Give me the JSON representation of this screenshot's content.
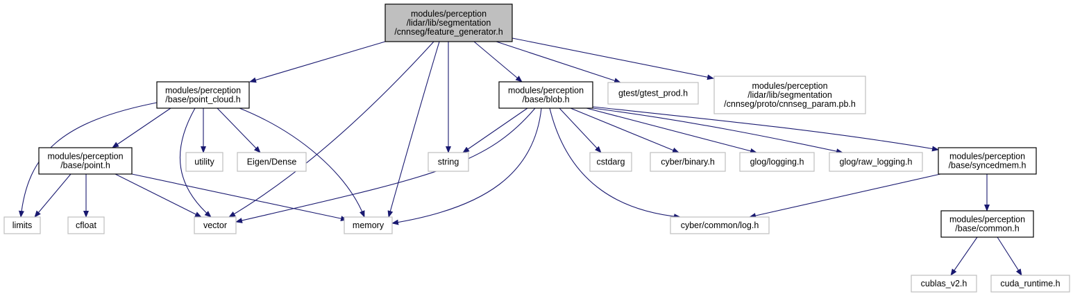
{
  "colors": {
    "root_fill": "#bfbfbf",
    "root_border": "#000000",
    "documented_border": "#000000",
    "external_border": "#bfbfbf",
    "edge": "#191970",
    "text": "#000000"
  },
  "nodes": [
    {
      "id": "feature_generator",
      "kind": "root",
      "lines": [
        "modules/perception",
        "/lidar/lib/segmentation",
        "/cnnseg/feature_generator.h"
      ]
    },
    {
      "id": "point_cloud",
      "kind": "documented",
      "lines": [
        "modules/perception",
        "/base/point_cloud.h"
      ]
    },
    {
      "id": "blob",
      "kind": "documented",
      "lines": [
        "modules/perception",
        "/base/blob.h"
      ]
    },
    {
      "id": "gtest_prod",
      "kind": "external",
      "lines": [
        "gtest/gtest_prod.h"
      ]
    },
    {
      "id": "cnnseg_param",
      "kind": "external",
      "lines": [
        "modules/perception",
        "/lidar/lib/segmentation",
        "/cnnseg/proto/cnnseg_param.pb.h"
      ]
    },
    {
      "id": "point",
      "kind": "documented",
      "lines": [
        "modules/perception",
        "/base/point.h"
      ]
    },
    {
      "id": "utility",
      "kind": "external",
      "lines": [
        "utility"
      ]
    },
    {
      "id": "eigen_dense",
      "kind": "external",
      "lines": [
        "Eigen/Dense"
      ]
    },
    {
      "id": "string",
      "kind": "external",
      "lines": [
        "string"
      ]
    },
    {
      "id": "cstdarg",
      "kind": "external",
      "lines": [
        "cstdarg"
      ]
    },
    {
      "id": "cyber_binary",
      "kind": "external",
      "lines": [
        "cyber/binary.h"
      ]
    },
    {
      "id": "glog_logging",
      "kind": "external",
      "lines": [
        "glog/logging.h"
      ]
    },
    {
      "id": "glog_raw_logging",
      "kind": "external",
      "lines": [
        "glog/raw_logging.h"
      ]
    },
    {
      "id": "syncedmem",
      "kind": "documented",
      "lines": [
        "modules/perception",
        "/base/syncedmem.h"
      ]
    },
    {
      "id": "limits",
      "kind": "external",
      "lines": [
        "limits"
      ]
    },
    {
      "id": "cfloat",
      "kind": "external",
      "lines": [
        "cfloat"
      ]
    },
    {
      "id": "vector",
      "kind": "external",
      "lines": [
        "vector"
      ]
    },
    {
      "id": "memory",
      "kind": "external",
      "lines": [
        "memory"
      ]
    },
    {
      "id": "cyber_common_log",
      "kind": "external",
      "lines": [
        "cyber/common/log.h"
      ]
    },
    {
      "id": "common",
      "kind": "documented",
      "lines": [
        "modules/perception",
        "/base/common.h"
      ]
    },
    {
      "id": "cublas_v2",
      "kind": "external",
      "lines": [
        "cublas_v2.h"
      ]
    },
    {
      "id": "cuda_runtime",
      "kind": "external",
      "lines": [
        "cuda_runtime.h"
      ]
    }
  ],
  "edges": [
    {
      "from": "feature_generator",
      "to": "point_cloud"
    },
    {
      "from": "feature_generator",
      "to": "vector"
    },
    {
      "from": "feature_generator",
      "to": "memory"
    },
    {
      "from": "feature_generator",
      "to": "string"
    },
    {
      "from": "feature_generator",
      "to": "blob"
    },
    {
      "from": "feature_generator",
      "to": "gtest_prod"
    },
    {
      "from": "feature_generator",
      "to": "cnnseg_param"
    },
    {
      "from": "point_cloud",
      "to": "limits"
    },
    {
      "from": "point_cloud",
      "to": "point"
    },
    {
      "from": "point_cloud",
      "to": "vector"
    },
    {
      "from": "point_cloud",
      "to": "utility"
    },
    {
      "from": "point_cloud",
      "to": "eigen_dense"
    },
    {
      "from": "point_cloud",
      "to": "memory"
    },
    {
      "from": "point",
      "to": "limits"
    },
    {
      "from": "point",
      "to": "cfloat"
    },
    {
      "from": "point",
      "to": "vector"
    },
    {
      "from": "point",
      "to": "memory"
    },
    {
      "from": "blob",
      "to": "string"
    },
    {
      "from": "blob",
      "to": "vector"
    },
    {
      "from": "blob",
      "to": "memory"
    },
    {
      "from": "blob",
      "to": "cyber_common_log"
    },
    {
      "from": "blob",
      "to": "cstdarg"
    },
    {
      "from": "blob",
      "to": "cyber_binary"
    },
    {
      "from": "blob",
      "to": "glog_logging"
    },
    {
      "from": "blob",
      "to": "glog_raw_logging"
    },
    {
      "from": "blob",
      "to": "syncedmem"
    },
    {
      "from": "syncedmem",
      "to": "cyber_common_log"
    },
    {
      "from": "syncedmem",
      "to": "common"
    },
    {
      "from": "common",
      "to": "cublas_v2"
    },
    {
      "from": "common",
      "to": "cuda_runtime"
    }
  ]
}
